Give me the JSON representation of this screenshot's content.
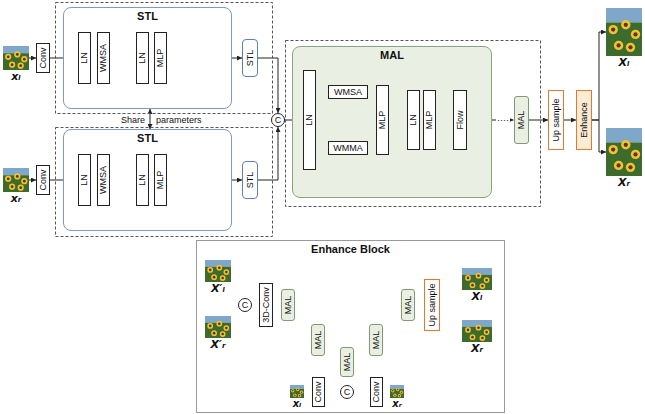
{
  "diagram": {
    "nodes": [
      {
        "text": [
          "xₗ"
        ]
      },
      {
        "text": [
          "Conv"
        ]
      },
      {
        "text": [
          "STL"
        ]
      },
      {
        "text": [
          "LN"
        ],
        "in": 2
      },
      {
        "text": [
          "WMSA"
        ],
        "in": 2
      },
      {
        "text": [
          "LN"
        ],
        "in": 2
      },
      {
        "text": [
          "MLP"
        ],
        "in": 2
      },
      {
        "text": [
          "STL"
        ]
      },
      {
        "text": [
          "xᵣ"
        ]
      },
      {
        "text": [
          "Conv"
        ]
      },
      {
        "text": [
          "STL"
        ]
      },
      {
        "text": [
          "LN"
        ],
        "in": 10
      },
      {
        "text": [
          "WMSA"
        ],
        "in": 10
      },
      {
        "text": [
          "LN"
        ],
        "in": 10
      },
      {
        "text": [
          "MLP"
        ],
        "in": 10
      },
      {
        "text": [
          "STL"
        ]
      },
      {
        "text": [
          "C"
        ]
      },
      {
        "text": [
          "MAL"
        ]
      },
      {
        "text": [
          "LN"
        ],
        "in": 17
      },
      {
        "text": [
          "WMSA"
        ],
        "in": 17
      },
      {
        "text": [
          "WMMA"
        ],
        "in": 17
      },
      {
        "text": [
          "MLP"
        ],
        "in": 17
      },
      {
        "text": [
          "LN"
        ],
        "in": 17
      },
      {
        "text": [
          "MLP"
        ],
        "in": 17
      },
      {
        "text": [
          "Flow"
        ],
        "in": 17
      },
      {
        "text": [
          "MAL"
        ]
      },
      {
        "text": [
          "Up sample"
        ]
      },
      {
        "text": [
          "Enhance"
        ]
      },
      {
        "text": [
          "Xₗ"
        ]
      },
      {
        "text": [
          "Xᵣ"
        ]
      },
      {
        "text": [
          "Enhance Block"
        ]
      },
      {
        "text": [
          "X′ₗ"
        ],
        "in": 30
      },
      {
        "text": [
          "X′ᵣ"
        ],
        "in": 30
      },
      {
        "text": [
          "C"
        ],
        "in": 30
      },
      {
        "text": [
          "3D-Conv"
        ],
        "in": 30
      },
      {
        "text": [
          "MAL"
        ],
        "in": 30
      },
      {
        "text": [
          "MAL"
        ],
        "in": 30
      },
      {
        "text": [
          "MAL"
        ],
        "in": 30
      },
      {
        "text": [
          "MAL"
        ],
        "in": 30
      },
      {
        "text": [
          "MAL"
        ],
        "in": 30
      },
      {
        "text": [
          "Up sample"
        ],
        "in": 30
      },
      {
        "text": [
          "Xₗ"
        ],
        "in": 30
      },
      {
        "text": [
          "Xᵣ"
        ],
        "in": 30
      },
      {
        "text": [
          "xₗ"
        ],
        "in": 30
      },
      {
        "text": [
          "Conv"
        ],
        "in": 30
      },
      {
        "text": [
          "C"
        ],
        "in": 30
      },
      {
        "text": [
          "Conv"
        ],
        "in": 30
      },
      {
        "text": [
          "xᵣ"
        ],
        "in": 30
      }
    ],
    "edges": [
      {
        "from": 0,
        "to": 1,
        "arrow": "to"
      },
      {
        "from": 1,
        "to": 3,
        "arrow": "to"
      },
      {
        "from": 3,
        "to": 4,
        "arrow": "to"
      },
      {
        "from": 4,
        "to": 5,
        "arrow": "to"
      },
      {
        "from": 5,
        "to": 6,
        "arrow": "to"
      },
      {
        "from": 6,
        "to": 7,
        "arrow": "to"
      },
      {
        "from": 7,
        "to": 16,
        "arrow": "to"
      },
      {
        "from": 8,
        "to": 9,
        "arrow": "to"
      },
      {
        "from": 9,
        "to": 11,
        "arrow": "to"
      },
      {
        "from": 11,
        "to": 12,
        "arrow": "to"
      },
      {
        "from": 12,
        "to": 13,
        "arrow": "to"
      },
      {
        "from": 13,
        "to": 14,
        "arrow": "to"
      },
      {
        "from": 14,
        "to": 15,
        "arrow": "to"
      },
      {
        "from": 15,
        "to": 16,
        "arrow": "to"
      },
      {
        "from": 2,
        "to": 10,
        "arrow": "both"
      },
      {
        "from": 16,
        "to": 18,
        "arrow": "to"
      },
      {
        "from": 18,
        "to": 19,
        "arrow": "to"
      },
      {
        "from": 18,
        "to": 20,
        "arrow": "to"
      },
      {
        "from": 19,
        "to": 21,
        "arrow": "to"
      },
      {
        "from": 20,
        "to": 21,
        "arrow": "to"
      },
      {
        "from": 21,
        "to": 22,
        "arrow": "to"
      },
      {
        "from": 22,
        "to": 23,
        "arrow": "to"
      },
      {
        "from": 23,
        "to": 24,
        "arrow": "to"
      },
      {
        "from": 24,
        "to": 25,
        "label": "····",
        "arrow": "to"
      },
      {
        "from": 25,
        "to": 26,
        "arrow": "to"
      },
      {
        "from": 26,
        "to": 27,
        "arrow": "to"
      },
      {
        "from": 27,
        "to": 28,
        "arrow": "to"
      },
      {
        "from": 27,
        "to": 29,
        "arrow": "to"
      },
      {
        "from": 31,
        "to": 33,
        "arrow": "to"
      },
      {
        "from": 32,
        "to": 33,
        "arrow": "to"
      },
      {
        "from": 33,
        "to": 34,
        "arrow": "to"
      },
      {
        "from": 34,
        "to": 35,
        "arrow": "to"
      },
      {
        "from": 35,
        "to": 36,
        "arrow": "to"
      },
      {
        "from": 36,
        "to": 37,
        "arrow": "to"
      },
      {
        "from": 37,
        "to": 38,
        "arrow": "to"
      },
      {
        "from": 38,
        "to": 39,
        "arrow": "to"
      },
      {
        "from": 35,
        "to": 39,
        "arrow": "to"
      },
      {
        "from": 36,
        "to": 38,
        "arrow": "to"
      },
      {
        "from": 39,
        "to": 40,
        "arrow": "to"
      },
      {
        "from": 40,
        "to": 41,
        "arrow": "to"
      },
      {
        "from": 40,
        "to": 42,
        "arrow": "to"
      },
      {
        "from": 43,
        "to": 44,
        "arrow": "to"
      },
      {
        "from": 44,
        "to": 45,
        "arrow": "to"
      },
      {
        "from": 47,
        "to": 46,
        "arrow": "to"
      },
      {
        "from": 46,
        "to": 45,
        "arrow": "to"
      },
      {
        "from": 45,
        "to": 37,
        "arrow": "to"
      }
    ],
    "labels": [
      "Share",
      "parameters"
    ]
  }
}
